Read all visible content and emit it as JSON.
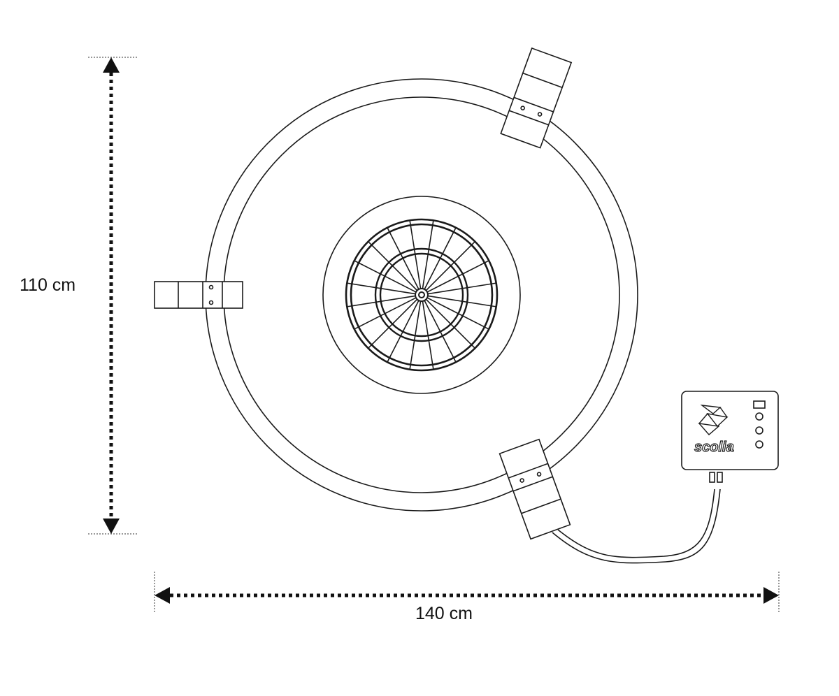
{
  "dimensions": {
    "height_label": "110 cm",
    "width_label": "140 cm"
  },
  "control_box": {
    "brand": "scolia",
    "buttons": 3,
    "indicators": 1
  },
  "dartboard": {
    "segments": 20
  },
  "colors": {
    "line": "#1a1a1a",
    "background": "#ffffff"
  }
}
